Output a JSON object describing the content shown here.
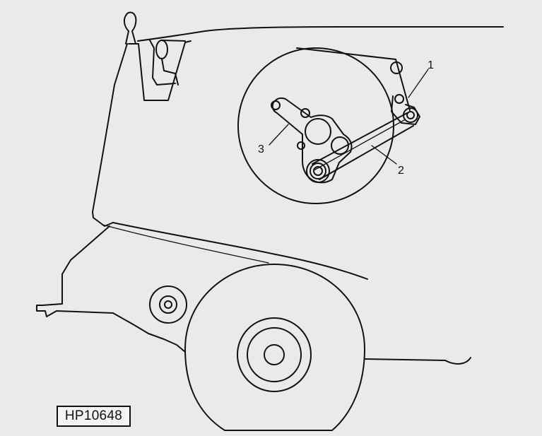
{
  "figure": {
    "reference_code": "HP10648",
    "callouts": [
      {
        "label": "1",
        "target": "upper-idler-arm"
      },
      {
        "label": "2",
        "target": "drive-belt"
      },
      {
        "label": "3",
        "target": "tensioner-bracket"
      }
    ]
  },
  "colors": {
    "background": "#e9eaec",
    "line": "#111111"
  }
}
